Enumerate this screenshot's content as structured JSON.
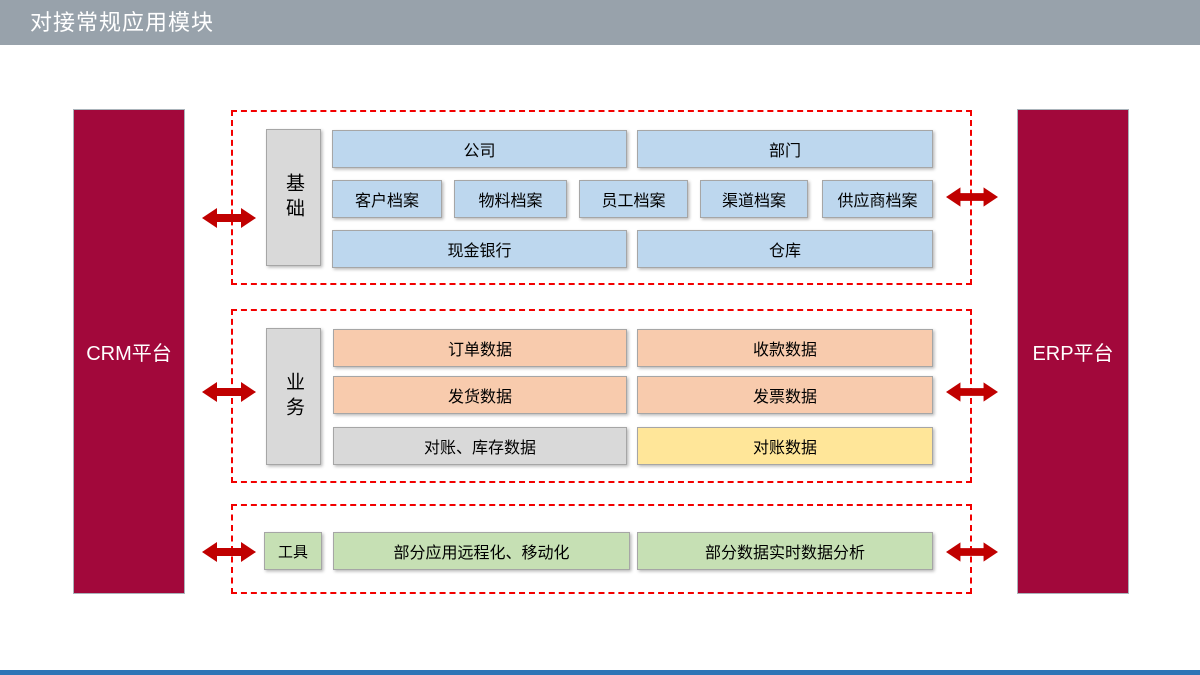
{
  "slide": {
    "title": "对接常规应用模块",
    "left_platform": "CRM平台",
    "right_platform": "ERP平台"
  },
  "groups": {
    "base": {
      "label": "基础",
      "row1": [
        "公司",
        "部门"
      ],
      "row2": [
        "客户档案",
        "物料档案",
        "员工档案",
        "渠道档案",
        "供应商档案"
      ],
      "row3": [
        "现金银行",
        "仓库"
      ]
    },
    "business": {
      "label": "业务",
      "row1": [
        "订单数据",
        "收款数据"
      ],
      "row2": [
        "发货数据",
        "发票数据"
      ],
      "row3": [
        "对账、库存数据",
        "对账数据"
      ]
    },
    "tools": {
      "label": "工具",
      "row1": [
        "部分应用远程化、移动化",
        "部分数据实时数据分析"
      ]
    }
  },
  "icons": {
    "connector": "bidirectional-arrow"
  },
  "colors": {
    "header_bar": "#98A2AB",
    "platform_box": "#A2083B",
    "arrow": "#C00000",
    "dashed_border": "#F20000",
    "blue_box": "#BDD7EE",
    "orange_box": "#F8CBAD",
    "yellow_box": "#FFE699",
    "green_box": "#C6E0B4",
    "gray_box": "#D9D9D9",
    "bottom_bar": "#2E75B6"
  }
}
